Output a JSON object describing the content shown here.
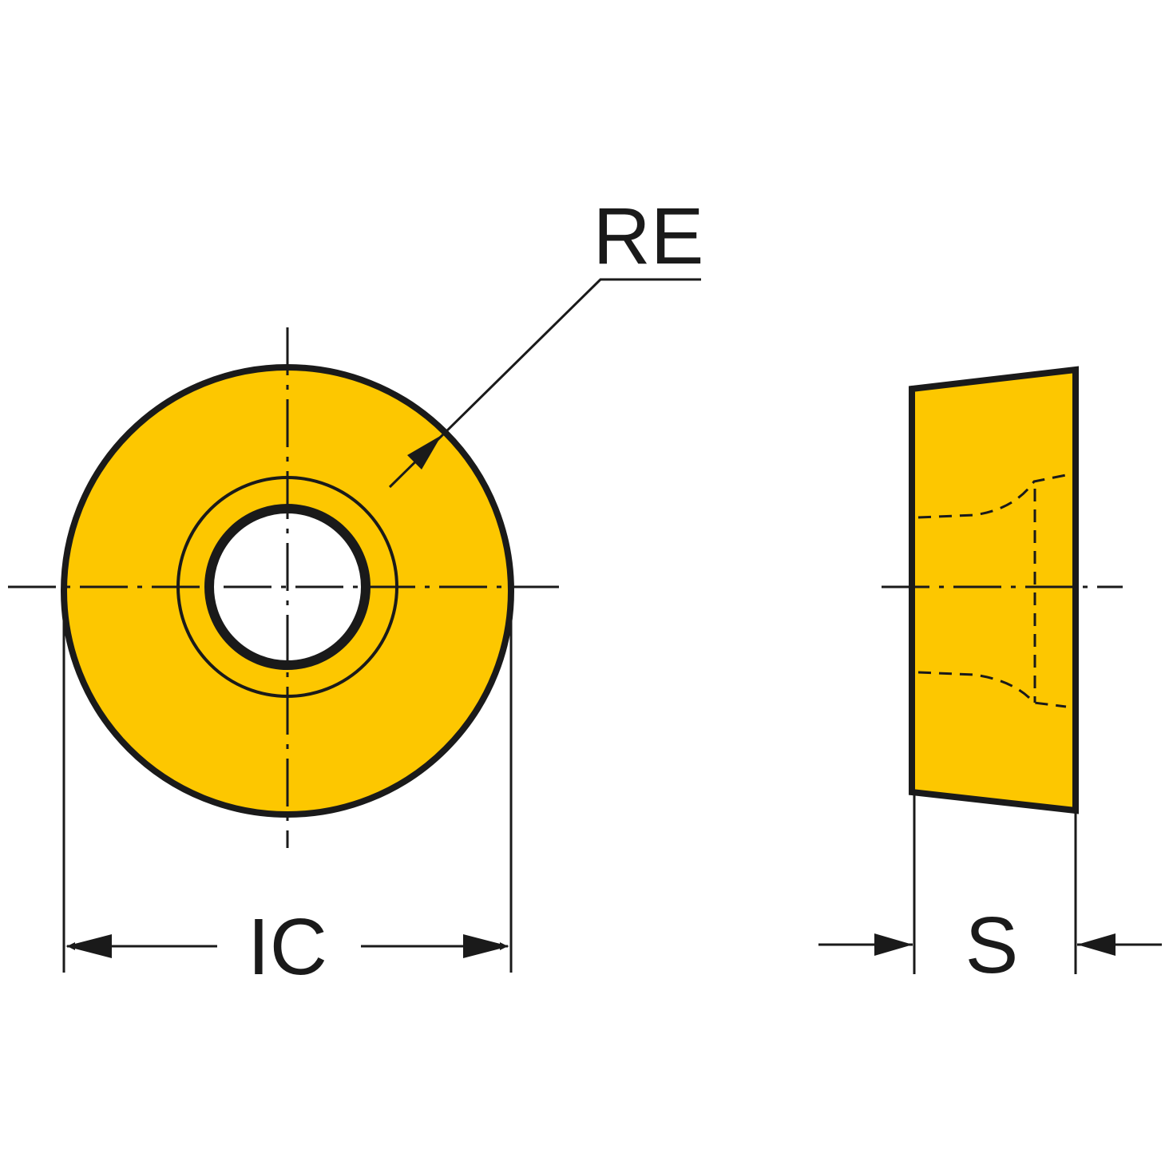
{
  "labels": {
    "corner_radius": "RE",
    "inscribed_circle": "IC",
    "thickness": "S"
  },
  "colors": {
    "insert_fill": "#fdc700",
    "outline": "#1a1a1a",
    "background": "#ffffff"
  }
}
